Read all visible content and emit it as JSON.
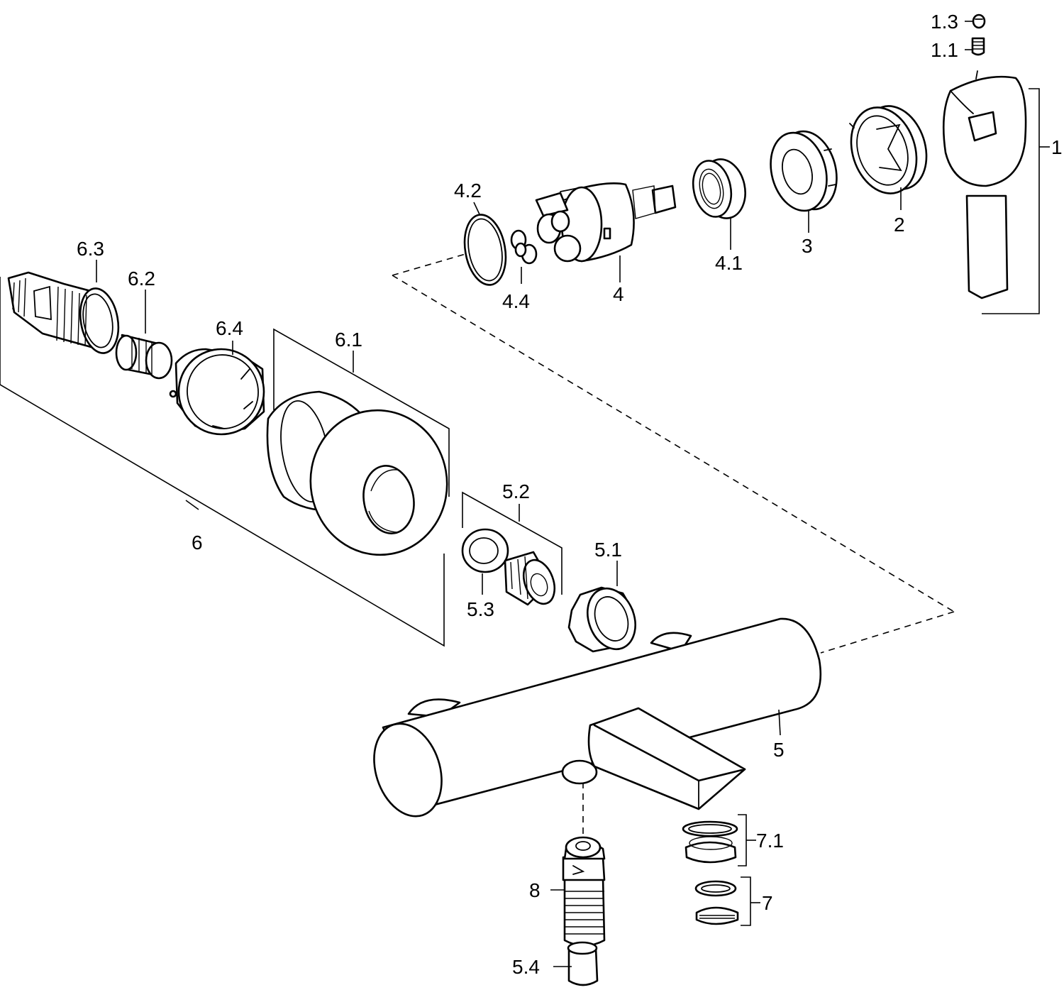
{
  "callouts": {
    "c1_3": "1.3",
    "c1_1": "1.1",
    "c1": "1",
    "c2": "2",
    "c3": "3",
    "c4": "4",
    "c4_1": "4.1",
    "c4_2": "4.2",
    "c4_4": "4.4",
    "c5": "5",
    "c5_1": "5.1",
    "c5_2": "5.2",
    "c5_3": "5.3",
    "c5_4": "5.4",
    "c6": "6",
    "c6_1": "6.1",
    "c6_2": "6.2",
    "c6_3": "6.3",
    "c6_4": "6.4",
    "c7": "7",
    "c7_1": "7.1",
    "c8": "8"
  },
  "colors": {
    "line": "#000000",
    "background": "#ffffff"
  }
}
